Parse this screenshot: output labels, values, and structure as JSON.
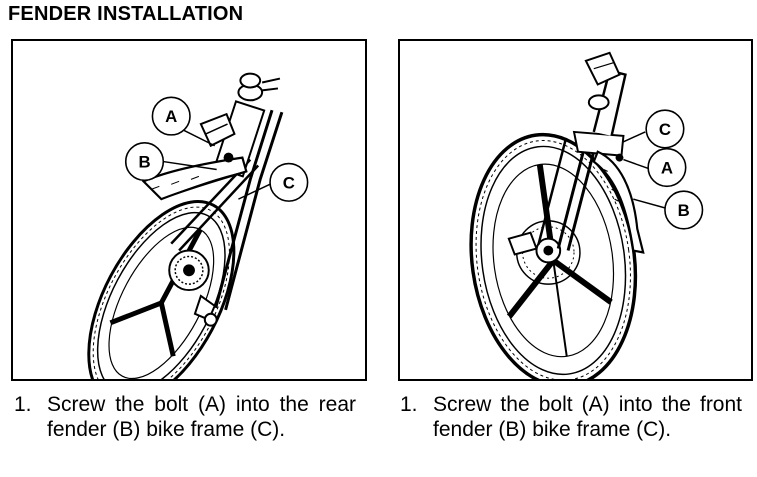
{
  "title": "FENDER INSTALLATION",
  "left_panel": {
    "callouts": {
      "a": "A",
      "b": "B",
      "c": "C"
    },
    "caption_number": "1.",
    "caption_text": "Screw the bolt (A) into the rear fender (B) bike frame (C)."
  },
  "right_panel": {
    "callouts": {
      "a": "A",
      "b": "B",
      "c": "C"
    },
    "caption_number": "1.",
    "caption_text": "Screw the bolt (A) into the front fender (B) bike frame (C)."
  }
}
